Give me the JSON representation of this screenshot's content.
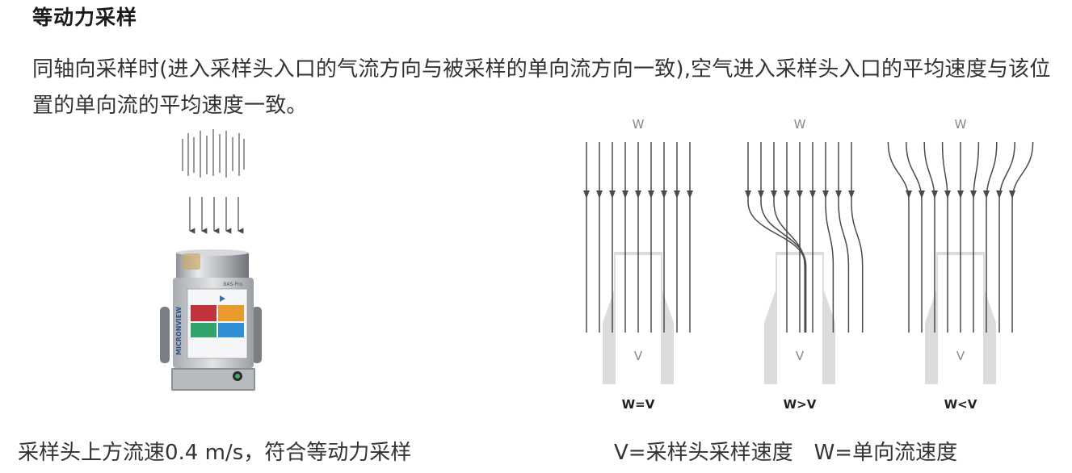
{
  "heading": "等动力采样",
  "paragraph": "同轴向采样时(进入采样头入口的气流方向与被采样的单向流方向一致),空气进入采样头入口的平均速度与该位置的单向流的平均速度一致。",
  "device": {
    "brand": "MICRONVIEW",
    "model": "BAS-Pro"
  },
  "diagrams": [
    {
      "top_label": "W",
      "inner_label": "V",
      "condition": "W=V"
    },
    {
      "top_label": "W",
      "inner_label": "V",
      "condition": "W>V"
    },
    {
      "top_label": "W",
      "inner_label": "V",
      "condition": "W<V"
    }
  ],
  "captions": {
    "left": "采样头上方流速0.4 m/s，符合等动力采样",
    "right": "V=采样头采样速度　W=单向流速度"
  },
  "colors": {
    "line": "#4a4a4a",
    "box": "#dcdcdc",
    "device_red": "#c0323c",
    "device_orange": "#e89a2a",
    "device_green": "#2fa36b",
    "device_blue": "#2f8fd6"
  }
}
